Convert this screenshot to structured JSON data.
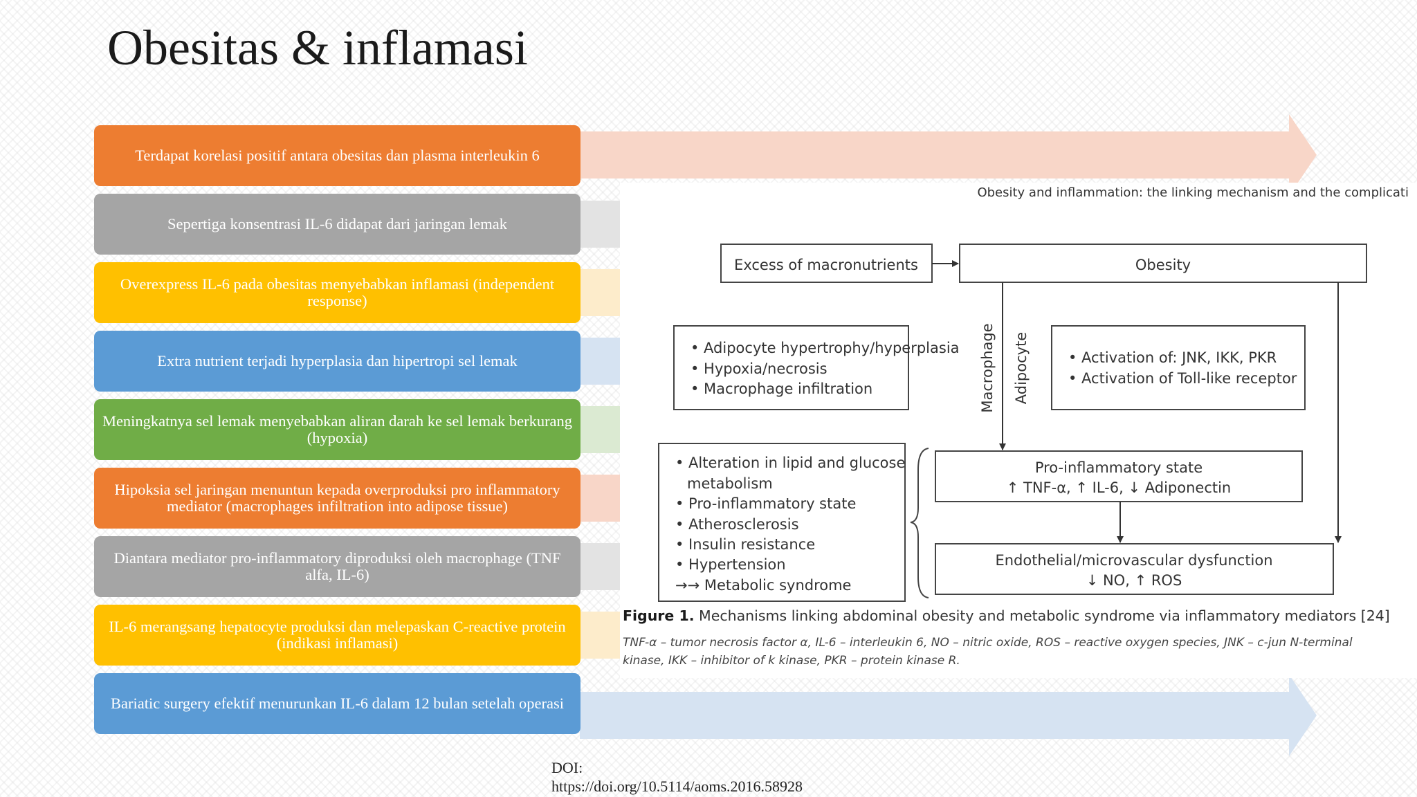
{
  "slide": {
    "title": "Obesitas & inflamasi",
    "items": [
      {
        "text": "Terdapat korelasi positif antara obesitas dan plasma interleukin 6",
        "color": "#ed7d31"
      },
      {
        "text": "Sepertiga konsentrasi IL-6 didapat dari jaringan lemak",
        "color": "#a5a5a5"
      },
      {
        "text": "Overexpress IL-6 pada obesitas menyebabkan inflamasi (independent response)",
        "color": "#ffc000"
      },
      {
        "text": "Extra nutrient terjadi hyperplasia dan hipertropi sel lemak",
        "color": "#5b9bd5"
      },
      {
        "text": "Meningkatnya sel lemak menyebabkan aliran darah ke sel lemak berkurang (hypoxia)",
        "color": "#70ad47"
      },
      {
        "text": "Hipoksia sel jaringan menuntun kepada overproduksi pro inflammatory mediator (macrophages infiltration into adipose tissue)",
        "color": "#ed7d31"
      },
      {
        "text": "Diantara mediator pro-inflammatory diproduksi oleh macrophage (TNF alfa, IL-6)",
        "color": "#a5a5a5"
      },
      {
        "text": "IL-6 merangsang hepatocyte produksi dan melepaskan C-reactive protein (indikasi inflamasi)",
        "color": "#ffc000"
      },
      {
        "text": "Bariatic surgery efektif menurunkan IL-6 dalam 12 bulan setelah operasi",
        "color": "#5b9bd5"
      }
    ],
    "doi_label": "DOI:",
    "doi_url": "https://doi.org/10.5114/aoms.2016.58928"
  },
  "figure": {
    "header": "Obesity and inflammation: the linking mechanism and the complicati",
    "excess": "Excess of macronutrients",
    "obesity": "Obesity",
    "adipocyte_box": [
      "• Adipocyte hypertrophy/hyperplasia",
      "• Hypoxia/necrosis",
      "• Macrophage infiltration"
    ],
    "macrophage_label": "Macrophage",
    "adipocyte_label": "Adipocyte",
    "activation_box": [
      "• Activation of: JNK, IKK, PKR",
      "• Activation of Toll-like receptor"
    ],
    "consequences": [
      "• Alteration in lipid and glucose",
      "metabolism",
      "• Pro-inflammatory state",
      "• Atherosclerosis",
      "• Insulin resistance",
      "• Hypertension",
      "→→ Metabolic syndrome"
    ],
    "proinflammatory_title": "Pro-inflammatory state",
    "proinflammatory_sub": "↑ TNF-α, ↑ IL-6, ↓ Adiponectin",
    "endothelial_title": "Endothelial/microvascular dysfunction",
    "endothelial_sub": "↓ NO, ↑ ROS",
    "caption_label": "Figure 1.",
    "caption_text": "Mechanisms linking abdominal obesity and metabolic syndrome via inflammatory mediators [24]",
    "legend_line1": "TNF-α – tumor necrosis factor α, IL-6 – interleukin 6, NO – nitric oxide, ROS – reactive oxygen species, JNK – c-jun N-terminal",
    "legend_line2": "kinase, IKK – inhibitor of k kinase, PKR – protein kinase R."
  }
}
